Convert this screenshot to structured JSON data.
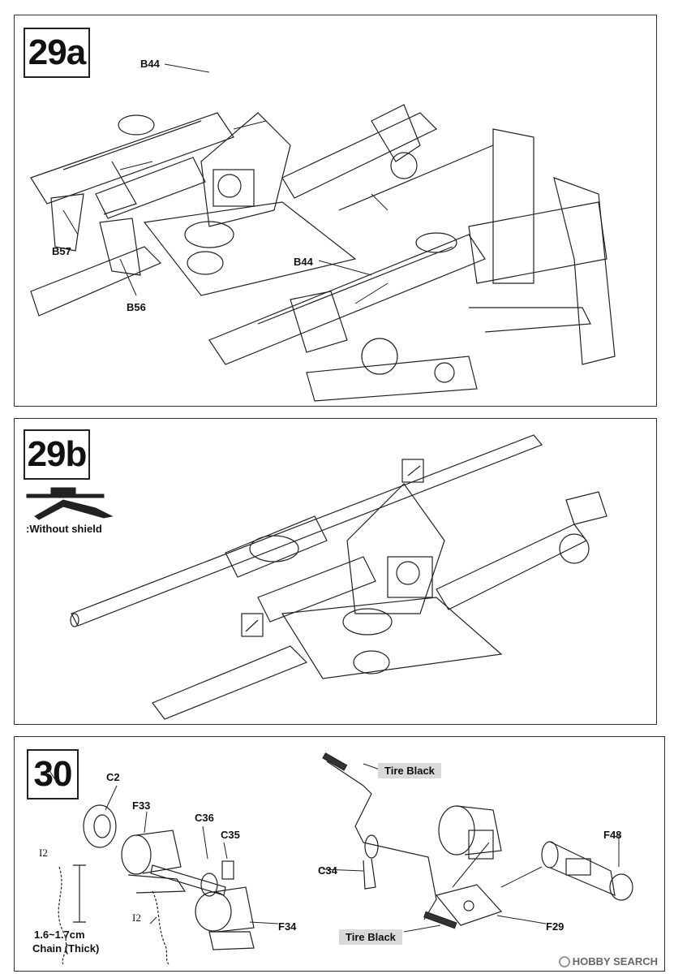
{
  "steps": {
    "s29a": {
      "number": "29a",
      "labels": {
        "b44_top": "B44",
        "b57": "B57",
        "b56": "B56",
        "b44_right": "B44"
      }
    },
    "s29b": {
      "number": "29b",
      "note": ":Without shield"
    },
    "s30": {
      "number": "30",
      "labels": {
        "c2": "C2",
        "f33": "F33",
        "c36": "C36",
        "c35": "C35",
        "i2_top": "I2",
        "i2_bottom": "I2",
        "f34": "F34",
        "c34": "C34",
        "f48": "F48",
        "f29": "F29",
        "chain_len": "1.6~1.7cm",
        "chain_type": "Chain (Thick)"
      },
      "paint": {
        "top": "Tire Black",
        "bottom": "Tire Black"
      }
    }
  },
  "watermark": "HOBBY SEARCH"
}
